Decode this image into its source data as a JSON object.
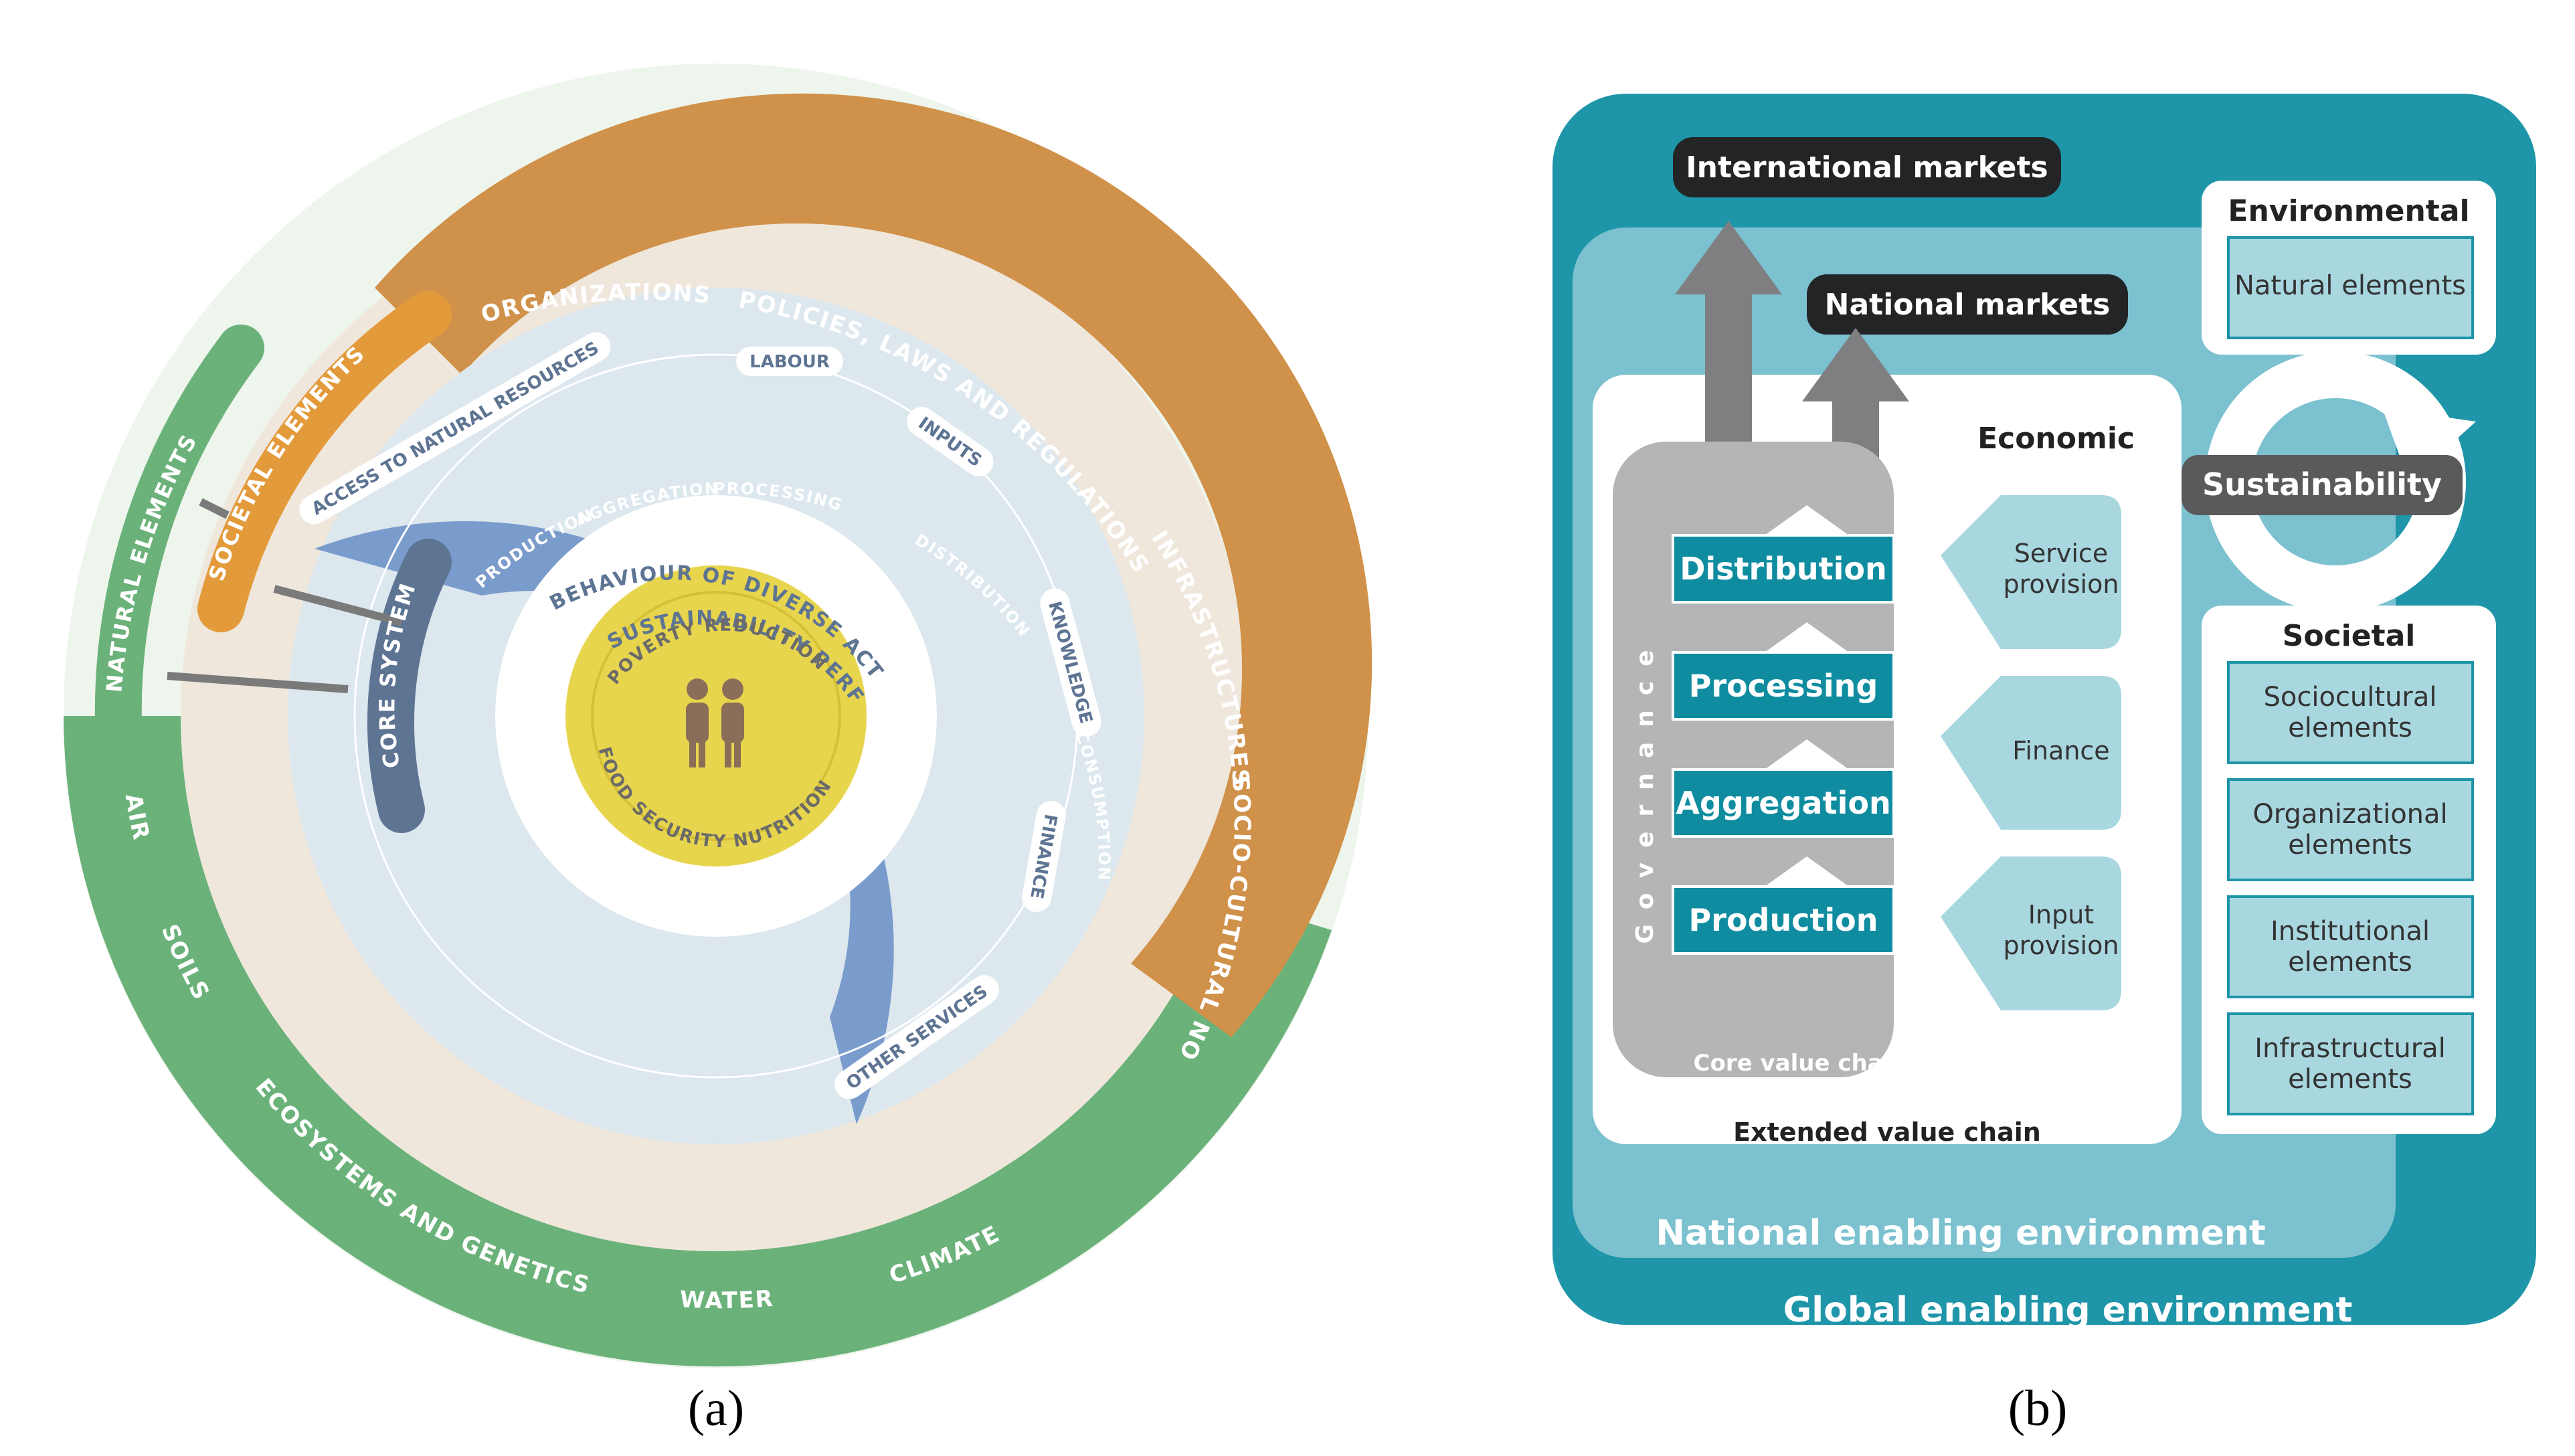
{
  "figure_a": {
    "caption": "(a)",
    "outer_ring_labels": [
      "ORGANIZATIONS",
      "POLICIES, LAWS AND REGULATIONS",
      "INFRASTRUCTURES",
      "SOCIO-CULTURAL NORMS"
    ],
    "natural_labels": [
      "AIR",
      "SOILS",
      "ECOSYSTEMS AND GENETICS",
      "WATER",
      "CLIMATE"
    ],
    "bands": [
      "NATURAL ELEMENTS",
      "SOCIETAL ELEMENTS",
      "CORE SYSTEM"
    ],
    "blue_ring_pills": [
      "ACCESS TO NATURAL RESOURCES",
      "LABOUR",
      "INPUTS",
      "KNOWLEDGE",
      "FINANCE",
      "OTHER SERVICES"
    ],
    "chain_labels": [
      "PRODUCTION",
      "AGGREGATION",
      "PROCESSING",
      "DISTRIBUTION",
      "CONSUMPTION"
    ],
    "behaviour": "BEHAVIOUR OF DIVERSE ACTORS",
    "performance": "SUSTAINABILITY PERFORMANCE",
    "center_top": "POVERTY REDUCTION",
    "center_bottom": "FOOD SECURITY NUTRITION",
    "colors": {
      "green": "#5fae6c",
      "pale_green": "#eef5ec",
      "beige": "#efe7dc",
      "orange": "#d0914a",
      "blue": "#7a9ccc",
      "light_blue": "#dce7ee",
      "yellow": "#e8d54e",
      "slate": "#5e7493",
      "people": "#8a6e58"
    }
  },
  "figure_b": {
    "caption": "(b)",
    "international_markets": "International markets",
    "national_markets": "National markets",
    "economic": "Economic",
    "governance": "Governance",
    "core_steps": [
      "Distribution",
      "Processing",
      "Aggregation",
      "Production"
    ],
    "core_label": "Core value chain",
    "extended_label": "Extended value chain",
    "services": [
      "Service provision",
      "Finance",
      "Input provision"
    ],
    "environmental": "Environmental",
    "natural_elements": "Natural elements",
    "sustainability": "Sustainability",
    "societal": "Societal",
    "societal_items": [
      "Sociocultural elements",
      "Organizational elements",
      "Institutional elements",
      "Infrastructural elements"
    ],
    "national_env": "National enabling environment",
    "global_env": "Global enabling environment",
    "colors": {
      "dark_teal": "#1e95a8",
      "mid_teal": "#7cc1cf",
      "light_teal": "#a9d7e0",
      "box_teal": "#0f8ca0",
      "grey": "#b5b5b8",
      "dark_grey": "#5a5a5c",
      "black_pill": "#222426"
    }
  }
}
